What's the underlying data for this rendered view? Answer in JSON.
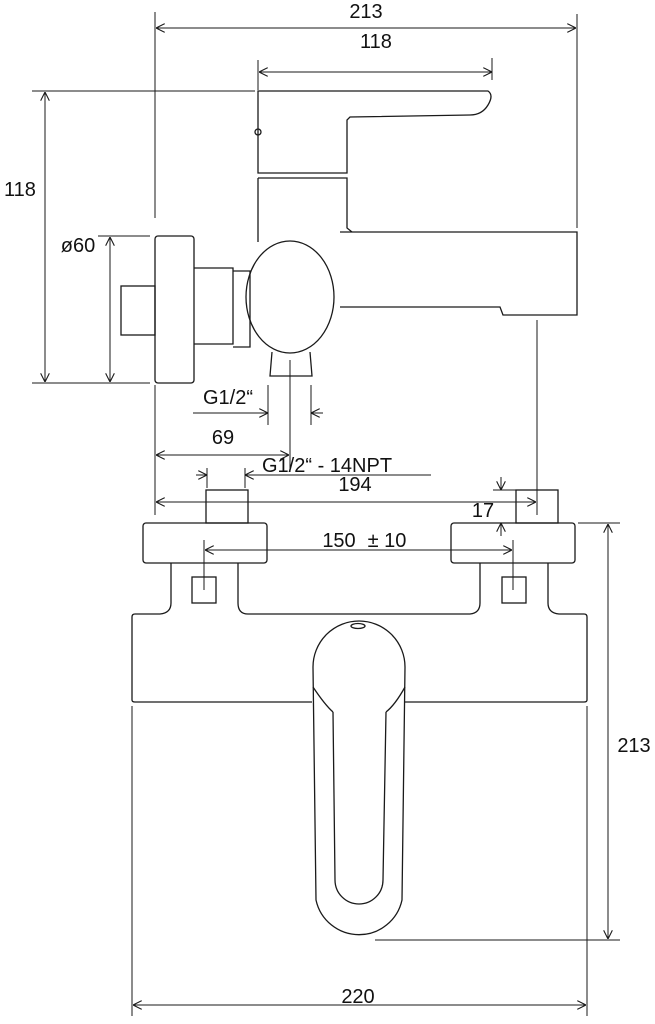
{
  "side_view": {
    "overall_length": "213",
    "lever_length": "118",
    "height": "118",
    "flange_diameter": "ø60",
    "outlet_thread": "G1/2“",
    "outlet_offset": "69",
    "spout_reach": "194"
  },
  "front_view": {
    "inlet_thread": "G1/2“ - 14NPT",
    "inlet_stub_height": "17",
    "inlet_spacing": "150",
    "inlet_tolerance": "± 10",
    "height": "213",
    "width": "220"
  },
  "colors": {
    "line": "#1a1a1a",
    "background": "#ffffff"
  }
}
